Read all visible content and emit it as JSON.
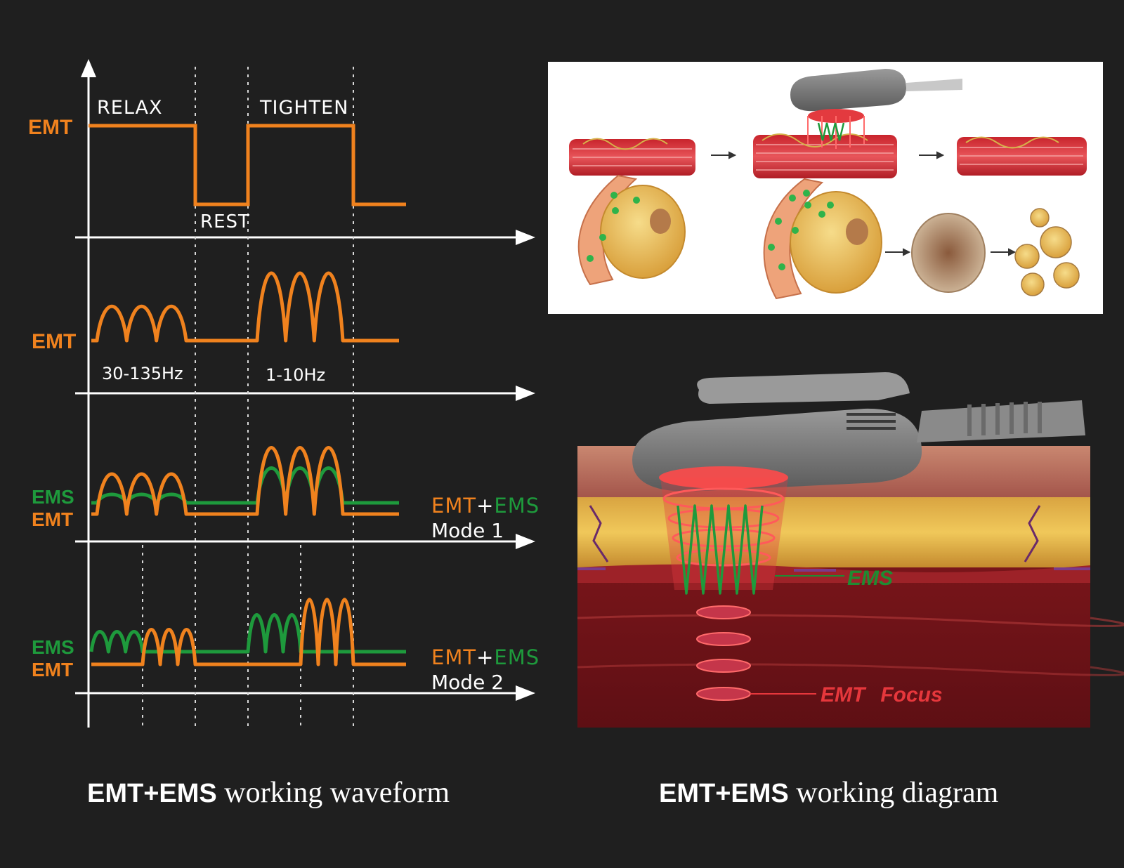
{
  "colors": {
    "background": "#1f1f1f",
    "emt": "#f0821e",
    "ems": "#1e9a3c",
    "axis": "#ffffff",
    "ems_italic": "#1e8c32",
    "emt_focus": "#e6373c"
  },
  "waveform": {
    "panel1": {
      "label": "EMT",
      "relax": "RELAX",
      "tighten": "TIGHTEN",
      "rest": "REST"
    },
    "panel2": {
      "label": "EMT",
      "freq_low": "30-135Hz",
      "freq_high": "1-10Hz"
    },
    "panel3": {
      "ems_label": "EMS",
      "emt_label": "EMT",
      "combo_emt": "EMT",
      "combo_plus": "+",
      "combo_ems": "EMS",
      "mode": "Mode 1"
    },
    "panel4": {
      "ems_label": "EMS",
      "emt_label": "EMT",
      "combo_emt": "EMT",
      "combo_plus": "+",
      "combo_ems": "EMS",
      "mode": "Mode 2"
    }
  },
  "diagram": {
    "ems_label": "EMS",
    "emt_focus_emt": "EMT",
    "emt_focus_word": "Focus"
  },
  "captions": {
    "left": {
      "strong": "EMT+EMS",
      "rest": " working waveform"
    },
    "right": {
      "strong": "EMT+EMS",
      "rest": " working diagram"
    }
  },
  "icons": [
    "arrow-right-icon",
    "arrow-up-icon"
  ]
}
